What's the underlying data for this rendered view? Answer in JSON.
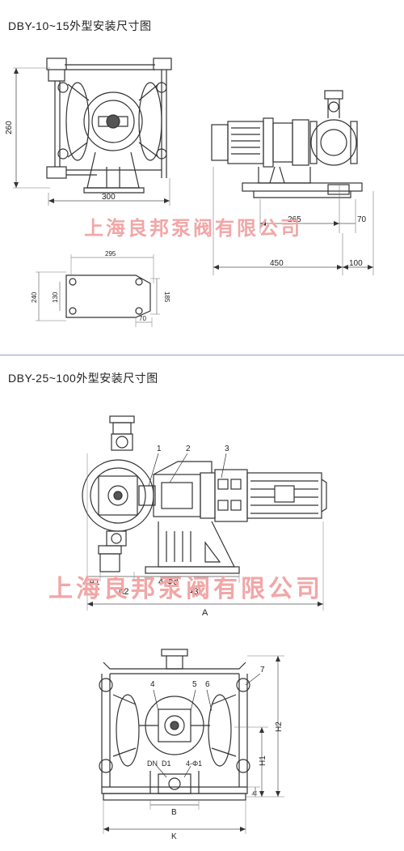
{
  "sheet1": {
    "title": "DBY-10~15外型安装尺寸图",
    "front_view": {
      "height_label": "260",
      "width_label": "300"
    },
    "side_view": {
      "dim_265": "265",
      "dim_70": "70",
      "dim_450": "450",
      "dim_100": "100"
    },
    "base_view": {
      "dim_295": "295",
      "dim_240": "240",
      "dim_130": "130",
      "dim_185": "185",
      "dim_70": "70"
    },
    "watermark": "上海良邦泵阀有限公司"
  },
  "sheet2": {
    "title": "DBY-25~100外型安装尺寸图",
    "side_view": {
      "callouts": [
        "1",
        "2",
        "3"
      ],
      "labels": {
        "a1": "A1",
        "a2": "A2",
        "bolt": "4-Φd",
        "a3": "A3",
        "a": "A"
      }
    },
    "front_view": {
      "callouts": [
        "4",
        "5",
        "6",
        "7"
      ],
      "labels": {
        "dn": "DN",
        "d1": "D1",
        "phi1": "4-Φ1",
        "h2": "H2",
        "h1": "H1",
        "h": "h",
        "b": "B",
        "k": "K"
      }
    },
    "watermark": "上海良邦泵阀有限公司"
  }
}
